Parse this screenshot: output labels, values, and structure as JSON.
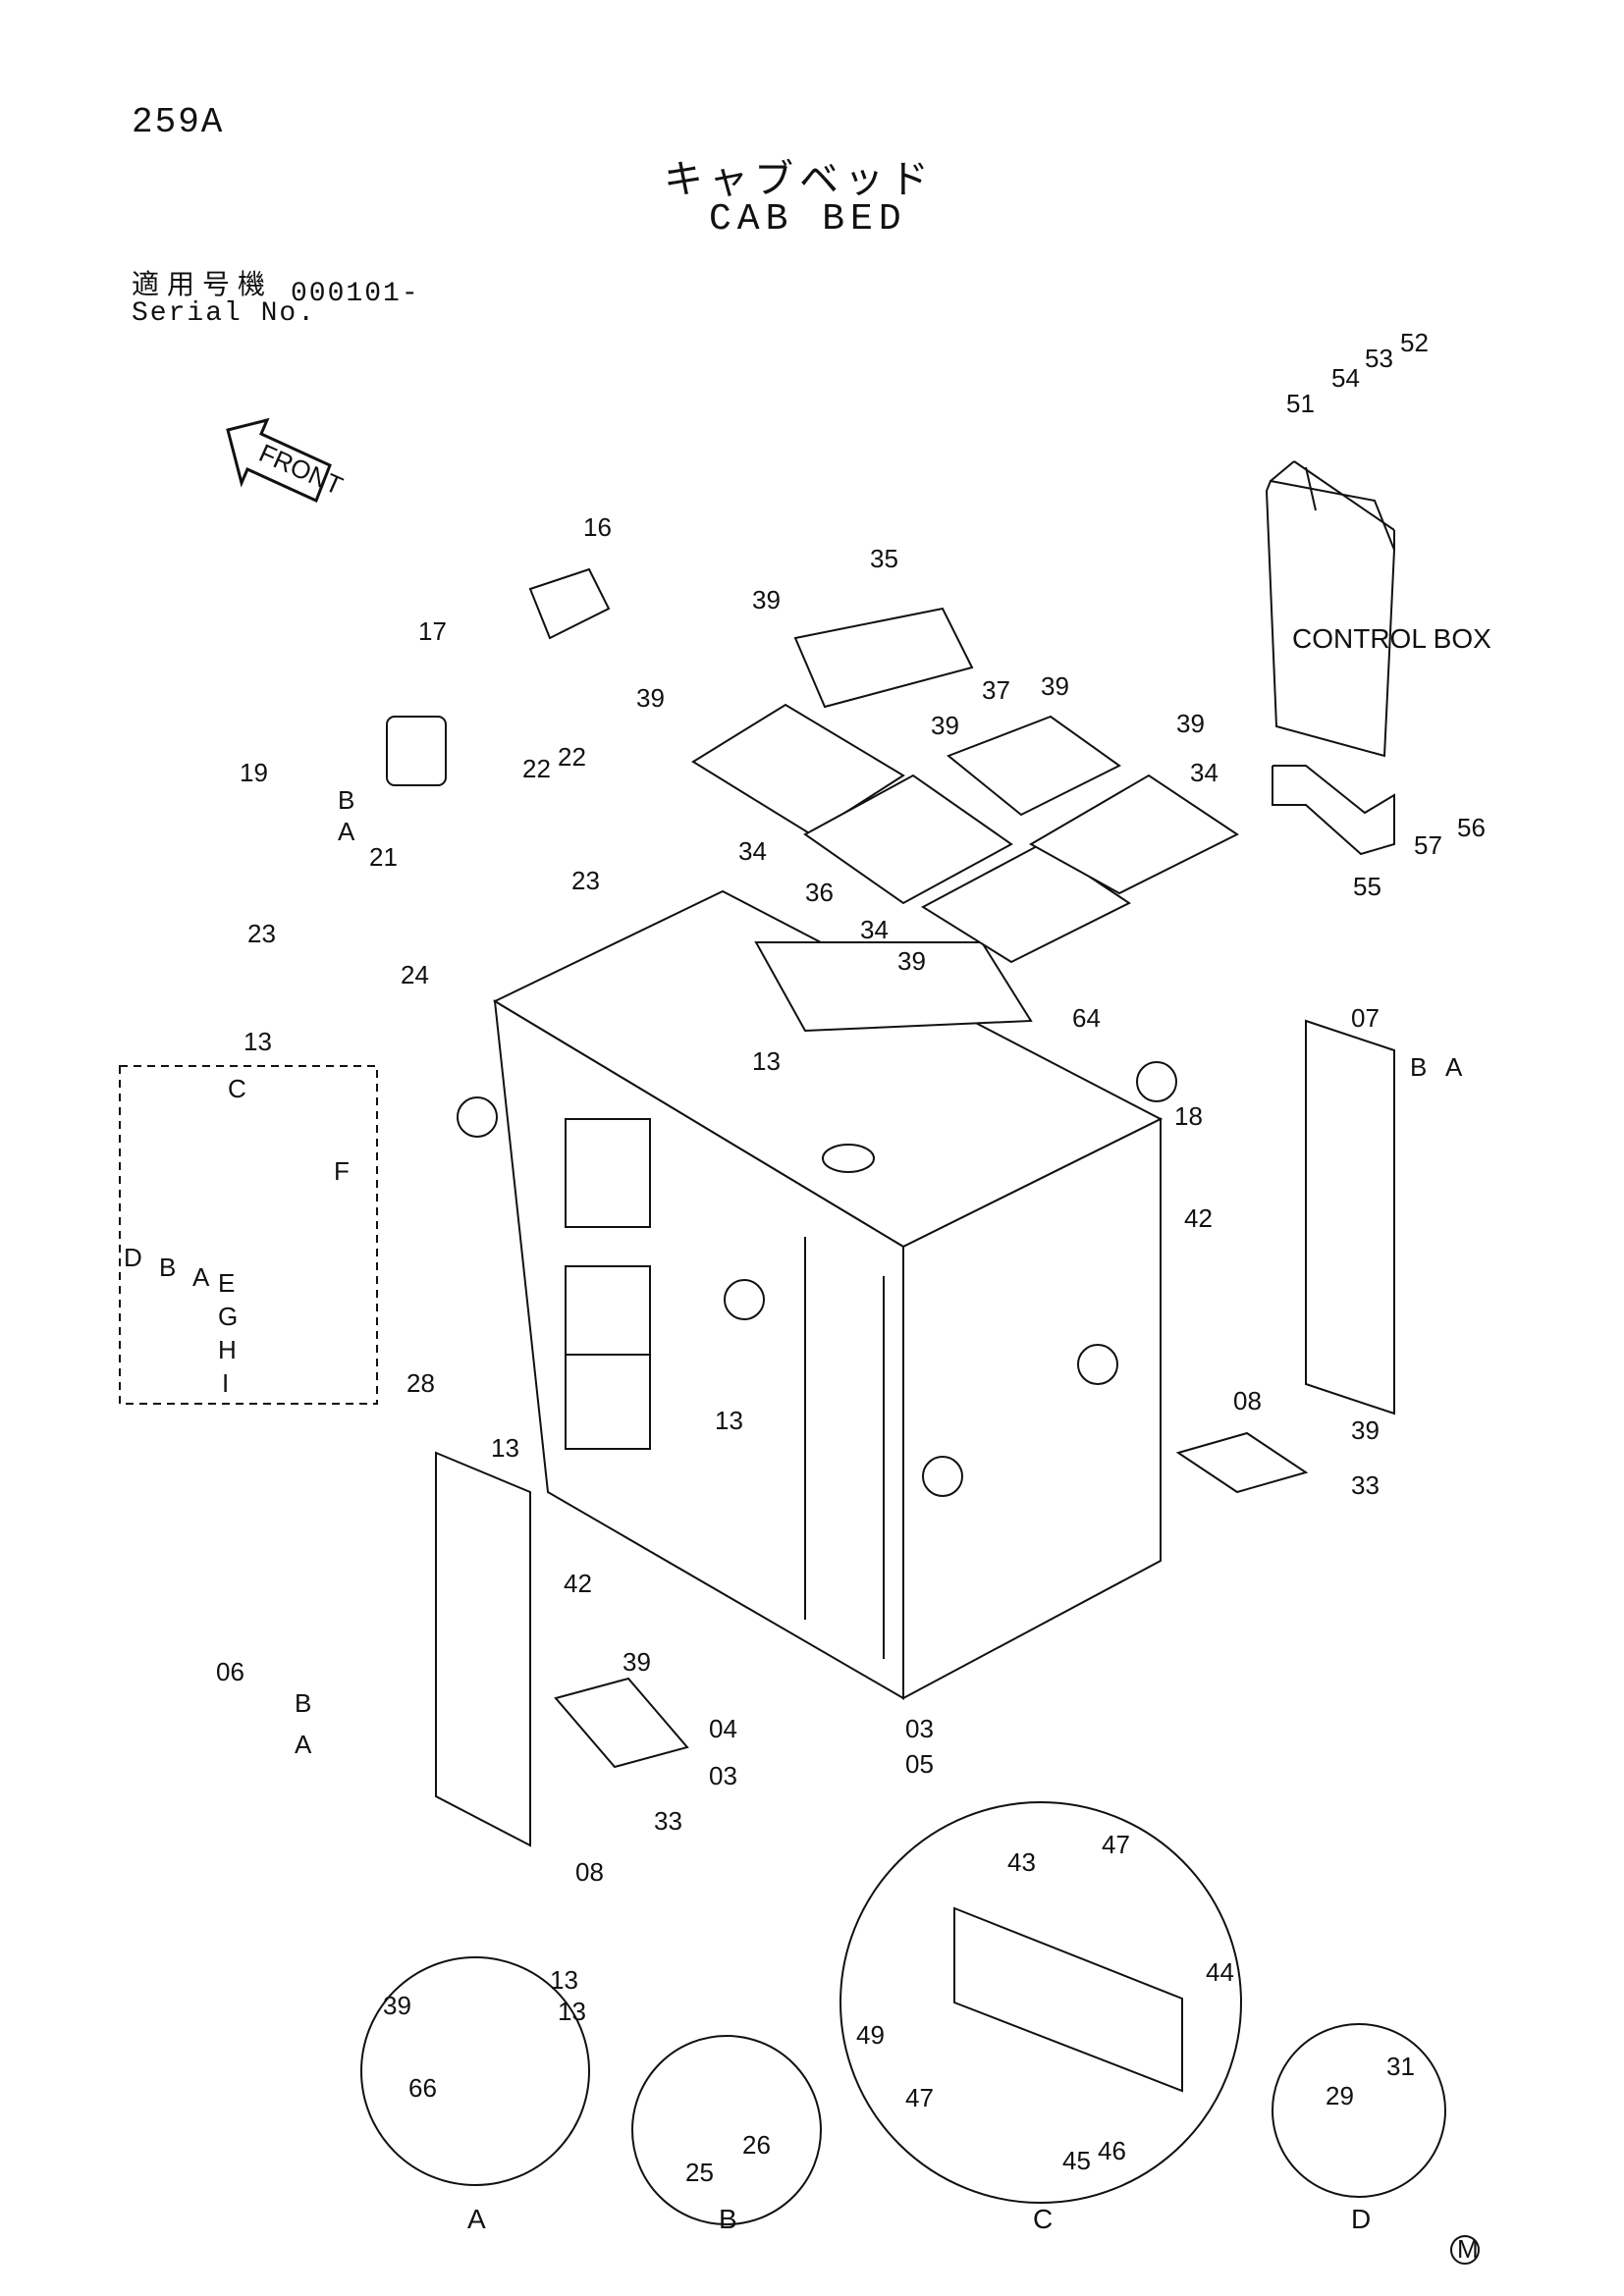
{
  "header": {
    "page_number": "259A",
    "title_jp": "キャブベッド",
    "title_en": "CAB BED",
    "serial_label_jp": "適用号機",
    "serial_label_en": "Serial No.",
    "serial_value": "000101-"
  },
  "front_marker": "FRONT",
  "control_box_label": "CONTROL BOX",
  "footer_mark": "M",
  "detail_labels": [
    "A",
    "B",
    "C",
    "D"
  ],
  "part_labels": [
    {
      "id": "lbl-16",
      "text": "16"
    },
    {
      "id": "lbl-17",
      "text": "17"
    },
    {
      "id": "lbl-35",
      "text": "35"
    },
    {
      "id": "lbl-39a",
      "text": "39"
    },
    {
      "id": "lbl-39b",
      "text": "39"
    },
    {
      "id": "lbl-39c",
      "text": "39"
    },
    {
      "id": "lbl-39d",
      "text": "39"
    },
    {
      "id": "lbl-39e",
      "text": "39"
    },
    {
      "id": "lbl-39f",
      "text": "39"
    },
    {
      "id": "lbl-37",
      "text": "37"
    },
    {
      "id": "lbl-34a",
      "text": "34"
    },
    {
      "id": "lbl-34b",
      "text": "34"
    },
    {
      "id": "lbl-34c",
      "text": "34"
    },
    {
      "id": "lbl-36",
      "text": "36"
    },
    {
      "id": "lbl-51",
      "text": "51"
    },
    {
      "id": "lbl-54",
      "text": "54"
    },
    {
      "id": "lbl-53",
      "text": "53"
    },
    {
      "id": "lbl-52",
      "text": "52"
    },
    {
      "id": "lbl-56",
      "text": "56"
    },
    {
      "id": "lbl-57",
      "text": "57"
    },
    {
      "id": "lbl-55",
      "text": "55"
    },
    {
      "id": "lbl-19",
      "text": "19"
    },
    {
      "id": "lbl-19b",
      "text": "B"
    },
    {
      "id": "lbl-19a",
      "text": "A"
    },
    {
      "id": "lbl-22a",
      "text": "22"
    },
    {
      "id": "lbl-22b",
      "text": "22"
    },
    {
      "id": "lbl-21",
      "text": "21"
    },
    {
      "id": "lbl-23a",
      "text": "23"
    },
    {
      "id": "lbl-23b",
      "text": "23"
    },
    {
      "id": "lbl-24",
      "text": "24"
    },
    {
      "id": "lbl-13a",
      "text": "13"
    },
    {
      "id": "lbl-13b",
      "text": "13"
    },
    {
      "id": "lbl-13c",
      "text": "13"
    },
    {
      "id": "lbl-13d",
      "text": "13"
    },
    {
      "id": "lbl-13e",
      "text": "13"
    },
    {
      "id": "lbl-c",
      "text": "C"
    },
    {
      "id": "lbl-f",
      "text": "F"
    },
    {
      "id": "lbl-d",
      "text": "D"
    },
    {
      "id": "lbl-b",
      "text": "B"
    },
    {
      "id": "lbl-a",
      "text": "A"
    },
    {
      "id": "lbl-e",
      "text": "E"
    },
    {
      "id": "lbl-g",
      "text": "G"
    },
    {
      "id": "lbl-h",
      "text": "H"
    },
    {
      "id": "lbl-i",
      "text": "I"
    },
    {
      "id": "lbl-64",
      "text": "64"
    },
    {
      "id": "lbl-07",
      "text": "07"
    },
    {
      "id": "lbl-07b",
      "text": "B"
    },
    {
      "id": "lbl-07a",
      "text": "A"
    },
    {
      "id": "lbl-18",
      "text": "18"
    },
    {
      "id": "lbl-42a",
      "text": "42"
    },
    {
      "id": "lbl-28",
      "text": "28"
    },
    {
      "id": "lbl-08a",
      "text": "08"
    },
    {
      "id": "lbl-39g",
      "text": "39"
    },
    {
      "id": "lbl-33a",
      "text": "33"
    },
    {
      "id": "lbl-42b",
      "text": "42"
    },
    {
      "id": "lbl-06",
      "text": "06"
    },
    {
      "id": "lbl-06b",
      "text": "B"
    },
    {
      "id": "lbl-06a",
      "text": "A"
    },
    {
      "id": "lbl-39h",
      "text": "39"
    },
    {
      "id": "lbl-04",
      "text": "04"
    },
    {
      "id": "lbl-03a",
      "text": "03"
    },
    {
      "id": "lbl-03b",
      "text": "03"
    },
    {
      "id": "lbl-05",
      "text": "05"
    },
    {
      "id": "lbl-33b",
      "text": "33"
    },
    {
      "id": "lbl-08b",
      "text": "08"
    },
    {
      "id": "lbl-dA",
      "text": "39"
    },
    {
      "id": "lbl-dA13",
      "text": "13"
    },
    {
      "id": "lbl-66",
      "text": "66"
    },
    {
      "id": "lbl-26",
      "text": "26"
    },
    {
      "id": "lbl-25",
      "text": "25"
    },
    {
      "id": "lbl-43",
      "text": "43"
    },
    {
      "id": "lbl-47a",
      "text": "47"
    },
    {
      "id": "lbl-44",
      "text": "44"
    },
    {
      "id": "lbl-49",
      "text": "49"
    },
    {
      "id": "lbl-47b",
      "text": "47"
    },
    {
      "id": "lbl-45",
      "text": "45"
    },
    {
      "id": "lbl-46",
      "text": "46"
    },
    {
      "id": "lbl-29",
      "text": "29"
    },
    {
      "id": "lbl-31",
      "text": "31"
    }
  ]
}
